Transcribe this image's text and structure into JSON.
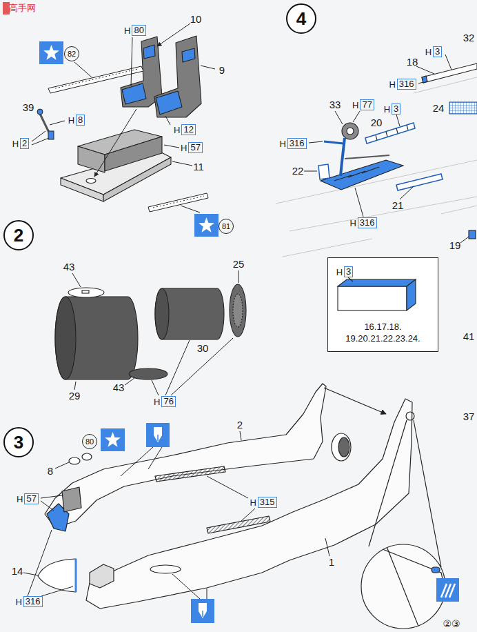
{
  "diagram": {
    "nodes": [
      {
        "text": [
          "H",
          "80"
        ]
      },
      {
        "text": [
          "82"
        ]
      },
      {
        "text": [
          "H",
          "8"
        ]
      },
      {
        "text": [
          "H",
          "2"
        ]
      },
      {
        "text": [
          "H",
          "12"
        ]
      },
      {
        "text": [
          "H",
          "57"
        ]
      },
      {
        "text": [
          "81"
        ]
      },
      {
        "text": [
          "2"
        ]
      },
      {
        "text": [
          "H",
          "76"
        ]
      },
      {
        "text": [
          "3"
        ]
      },
      {
        "text": [
          "80"
        ]
      },
      {
        "text": [
          "H",
          "57"
        ]
      },
      {
        "text": [
          "H",
          "315"
        ]
      },
      {
        "text": [
          "H",
          "316"
        ]
      },
      {
        "text": [
          "4"
        ]
      },
      {
        "text": [
          "H",
          "77"
        ]
      },
      {
        "text": [
          "H",
          "3"
        ]
      },
      {
        "text": [
          "H",
          "316"
        ]
      },
      {
        "text": [
          "H",
          "3"
        ]
      },
      {
        "text": [
          "H",
          "316"
        ]
      },
      {
        "text": [
          "H",
          "316"
        ]
      },
      {
        "text": [
          "16.17.18. 19.20.21.22.23.24."
        ]
      },
      {
        "text": [
          "H",
          "3"
        ],
        "in": 21
      }
    ],
    "labels": [
      "高手网",
      "10",
      "39",
      "9",
      "11",
      "43",
      "25",
      "30",
      "29",
      "43",
      "8",
      "2",
      "14",
      "1",
      "33",
      "18",
      "24",
      "20",
      "22",
      "21",
      "19",
      "②③",
      "32",
      "41",
      "37"
    ]
  }
}
